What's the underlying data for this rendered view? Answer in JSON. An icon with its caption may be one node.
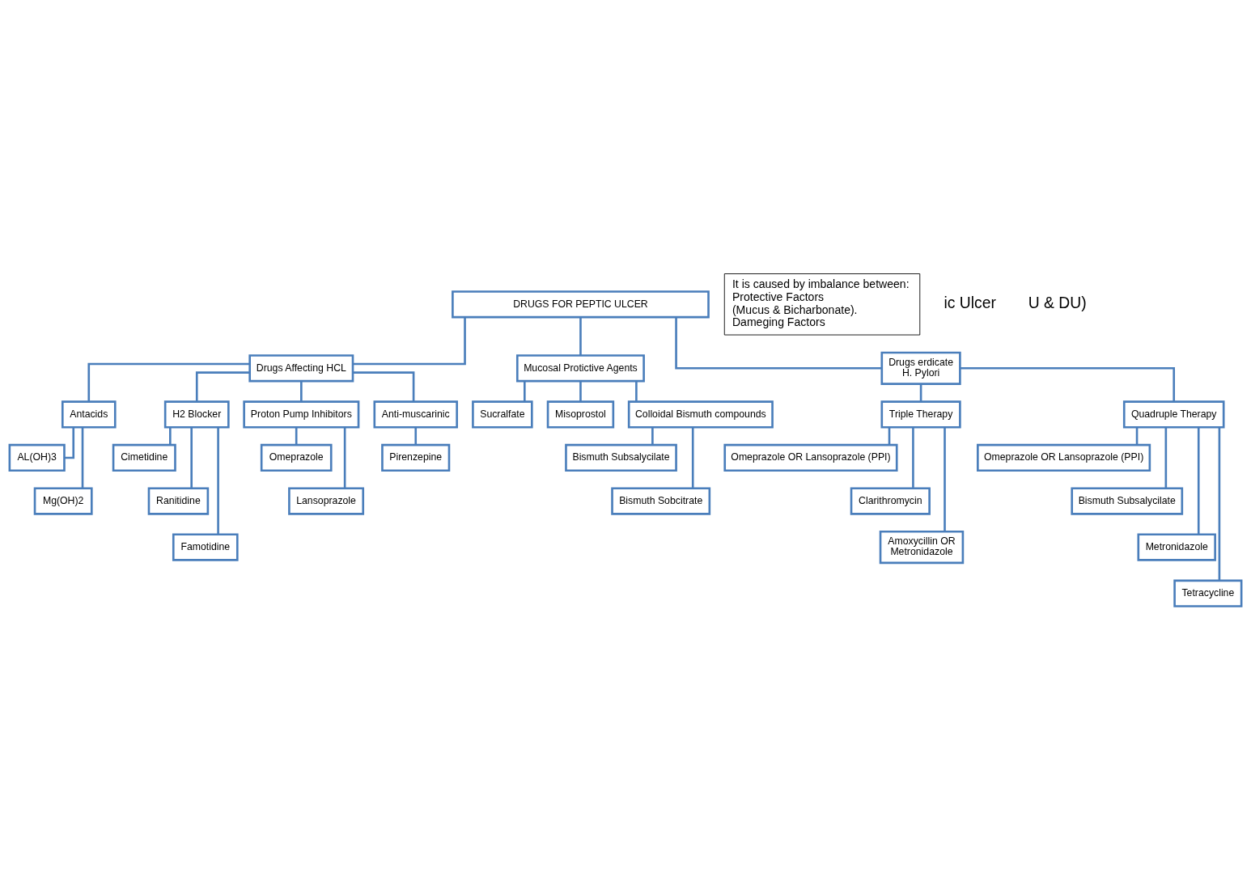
{
  "diagram": {
    "nodes": [
      {
        "text": [
          "DRUGS FOR PEPTIC ULCER"
        ]
      },
      {
        "text": [
          "Drugs Affecting HCL"
        ]
      },
      {
        "text": [
          "Mucosal Protictive Agents"
        ]
      },
      {
        "text": [
          "Drugs erdicate",
          "H. Pylori"
        ]
      },
      {
        "text": [
          "Antacids"
        ]
      },
      {
        "text": [
          "H2 Blocker"
        ]
      },
      {
        "text": [
          "Sucralfate"
        ]
      },
      {
        "text": [
          "Misoprostol"
        ]
      },
      {
        "text": [
          "Colloidal Bismuth compounds"
        ]
      },
      {
        "text": [
          "Triple Therapy"
        ]
      },
      {
        "text": [
          "Quadruple Therapy"
        ]
      },
      {
        "text": [
          "AL(OH)3"
        ]
      },
      {
        "text": [
          "Mg(OH)2"
        ]
      },
      {
        "text": [
          "Cimetidine"
        ]
      },
      {
        "text": [
          "Ranitidine"
        ]
      },
      {
        "text": [
          "Famotidine"
        ]
      },
      {
        "text": [
          "Bismuth Subsalycilate"
        ]
      },
      {
        "text": [
          "Bismuth Sobcitrate"
        ]
      },
      {
        "text": [
          "Omeprazole OR Lansoprazole (PPI)"
        ]
      },
      {
        "text": [
          "Clarithromycin"
        ]
      },
      {
        "text": [
          "Amoxycillin OR",
          "Metronidazole"
        ]
      },
      {
        "text": [
          "Omeprazole OR Lansoprazole (PPI)"
        ]
      },
      {
        "text": [
          "Bismuth Subsalycilate"
        ]
      },
      {
        "text": [
          "Metronidazole"
        ]
      },
      {
        "text": [
          "Tetracycline"
        ]
      },
      {
        "text": [
          "Proton Pump Inhibitors"
        ]
      },
      {
        "text": [
          "Anti-muscarinic"
        ]
      },
      {
        "text": [
          "Omeprazole"
        ]
      },
      {
        "text": [
          "Lansoprazole"
        ]
      },
      {
        "text": [
          "Pirenzepine"
        ]
      },
      {
        "text": [
          "It is caused by imbalance between:",
          "Protective Factors",
          "(Mucus & Bicharbonate).",
          "Dameging Factors"
        ]
      }
    ],
    "edges": [
      {
        "from": 0,
        "to": 1,
        "arrow": "none"
      },
      {
        "from": 0,
        "to": 2,
        "arrow": "none"
      },
      {
        "from": 0,
        "to": 3,
        "arrow": "none"
      },
      {
        "from": 1,
        "to": 4,
        "arrow": "none"
      },
      {
        "from": 1,
        "to": 5,
        "arrow": "none"
      },
      {
        "from": 1,
        "to": 25,
        "arrow": "none"
      },
      {
        "from": 1,
        "to": 26,
        "arrow": "none"
      },
      {
        "from": 2,
        "to": 6,
        "arrow": "none"
      },
      {
        "from": 2,
        "to": 7,
        "arrow": "none"
      },
      {
        "from": 2,
        "to": 8,
        "arrow": "none"
      },
      {
        "from": 3,
        "to": 9,
        "arrow": "none"
      },
      {
        "from": 3,
        "to": 10,
        "arrow": "none"
      },
      {
        "from": 4,
        "to": 11,
        "arrow": "none"
      },
      {
        "from": 4,
        "to": 12,
        "arrow": "none"
      },
      {
        "from": 5,
        "to": 13,
        "arrow": "none"
      },
      {
        "from": 5,
        "to": 14,
        "arrow": "none"
      },
      {
        "from": 5,
        "to": 15,
        "arrow": "none"
      },
      {
        "from": 8,
        "to": 16,
        "arrow": "none"
      },
      {
        "from": 8,
        "to": 17,
        "arrow": "none"
      },
      {
        "from": 9,
        "to": 18,
        "arrow": "none"
      },
      {
        "from": 9,
        "to": 19,
        "arrow": "none"
      },
      {
        "from": 9,
        "to": 20,
        "arrow": "none"
      },
      {
        "from": 10,
        "to": 21,
        "arrow": "none"
      },
      {
        "from": 10,
        "to": 22,
        "arrow": "none"
      },
      {
        "from": 10,
        "to": 23,
        "arrow": "none"
      },
      {
        "from": 10,
        "to": 24,
        "arrow": "none"
      },
      {
        "from": 25,
        "to": 27,
        "arrow": "none"
      },
      {
        "from": 25,
        "to": 28,
        "arrow": "none"
      },
      {
        "from": 26,
        "to": 29,
        "arrow": "none"
      }
    ],
    "labels": [
      "ic Ulcer",
      "U & DU)"
    ]
  }
}
